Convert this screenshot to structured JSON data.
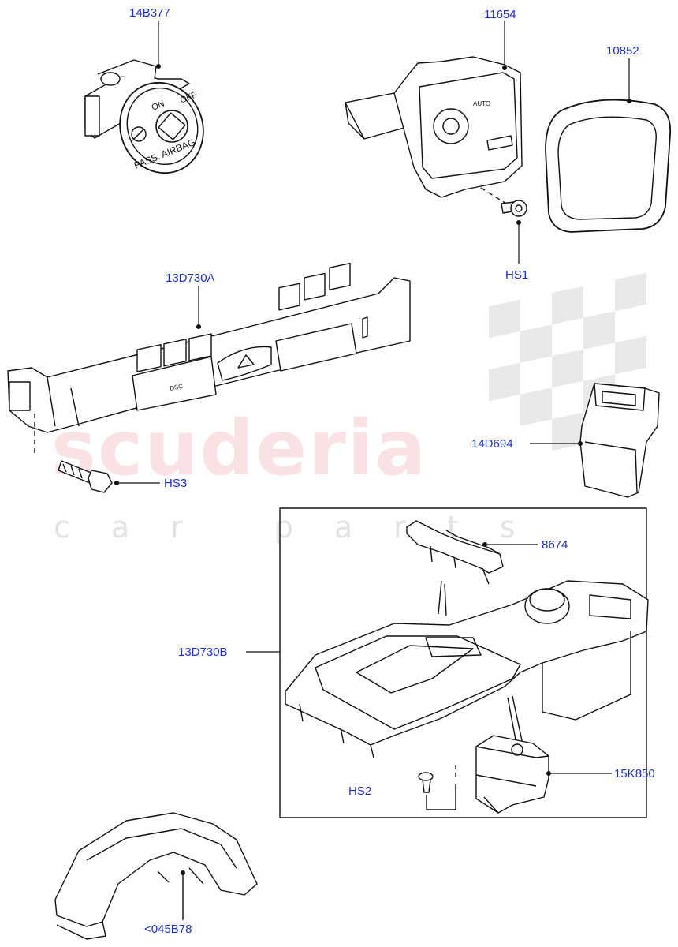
{
  "callouts": {
    "c14B377": "14B377",
    "c11654": "11654",
    "c10852": "10852",
    "cHS1": "HS1",
    "c13D730A": "13D730A",
    "cHS3": "HS3",
    "c14D694": "14D694",
    "c8674": "8674",
    "c13D730B": "13D730B",
    "cHS2": "HS2",
    "c15K850": "15K850",
    "c045B78": "<045B78"
  },
  "part_labels": {
    "on": "ON",
    "off": "OFF",
    "pass_airbag": "PASS. AIRBAG",
    "dsc": "DSC",
    "auto": "AUTO"
  },
  "watermark": {
    "main": "scuderia",
    "sub": "car parts"
  },
  "colors": {
    "callout_text": "#1c2fd6",
    "line": "#111111",
    "watermark_pink": "#e87882",
    "watermark_grey": "#969696"
  }
}
